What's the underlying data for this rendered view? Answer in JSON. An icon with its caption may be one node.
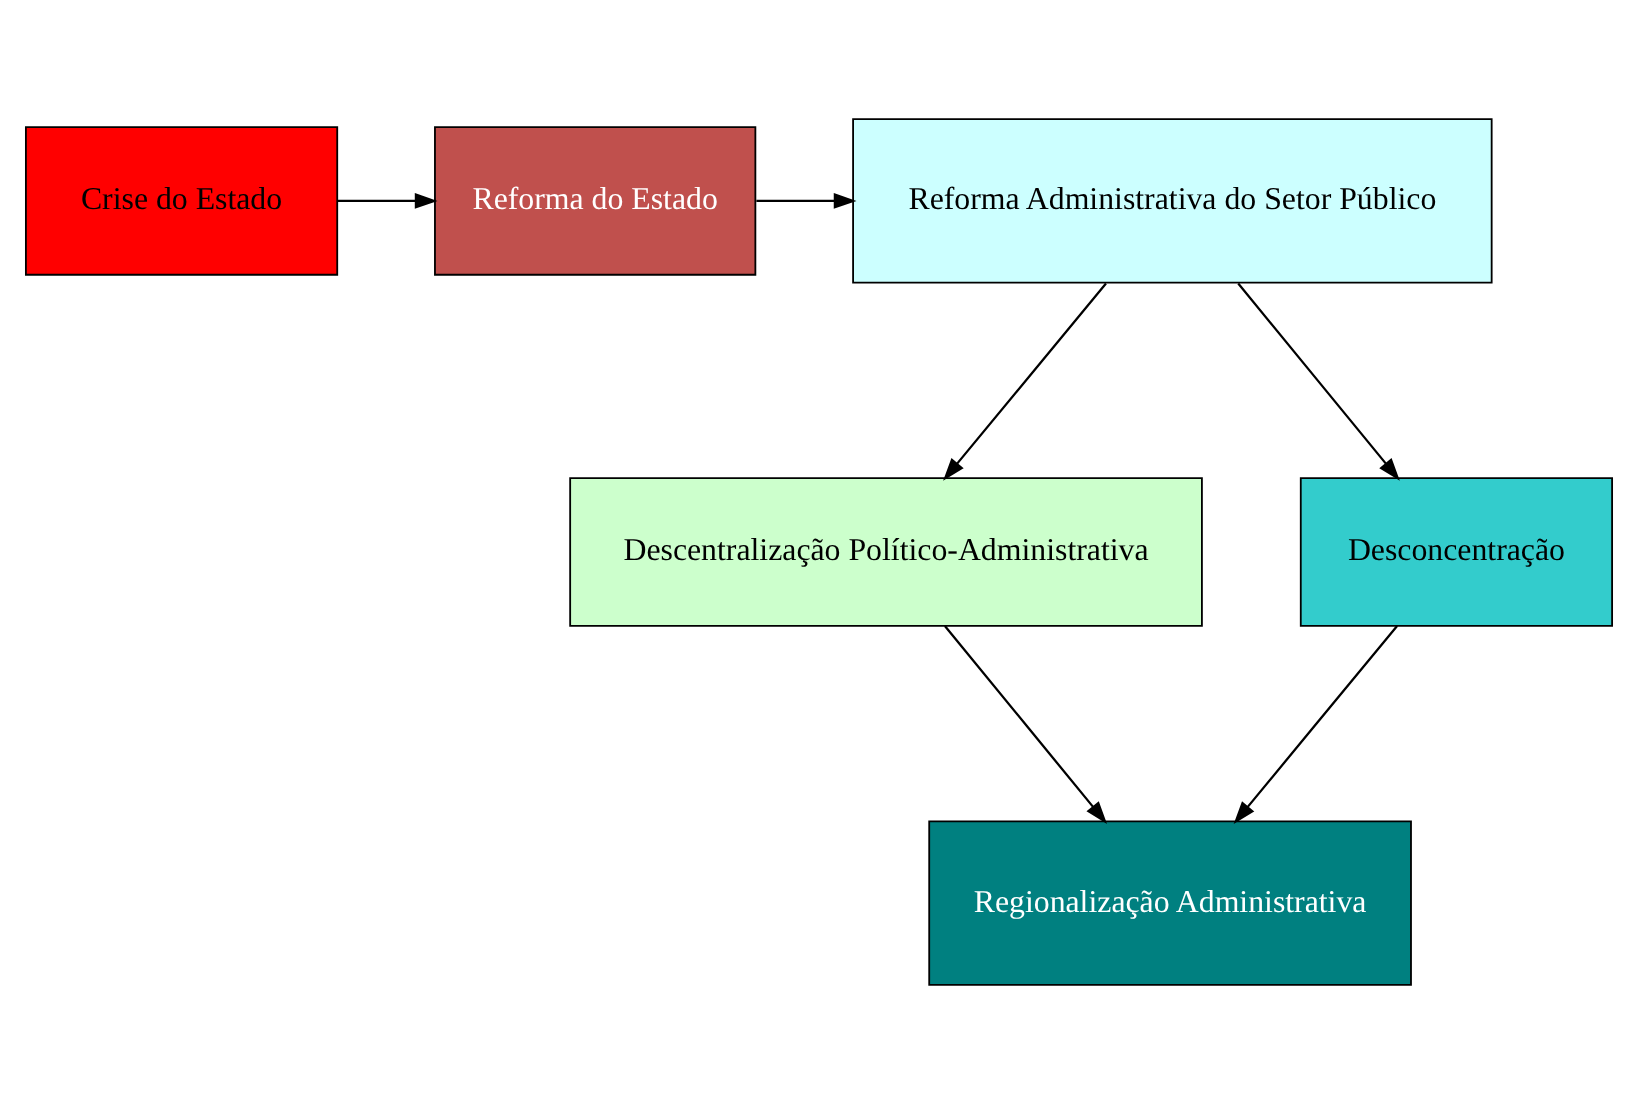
{
  "diagram": {
    "nodes": [
      {
        "text": [
          "Crise do Estado"
        ]
      },
      {
        "text": [
          "Reforma do Estado"
        ]
      },
      {
        "text": [
          "Reforma Administrativa do Setor Público"
        ]
      },
      {
        "text": [
          "Descentralização Político-Administrativa"
        ]
      },
      {
        "text": [
          "Desconcentração"
        ]
      },
      {
        "text": [
          "Regionalização Administrativa"
        ]
      }
    ],
    "edges": [
      {
        "from": 0,
        "to": 1,
        "arrow": "to"
      },
      {
        "from": 1,
        "to": 2,
        "arrow": "to"
      },
      {
        "from": 2,
        "to": 3,
        "arrow": "to"
      },
      {
        "from": 2,
        "to": 4,
        "arrow": "to"
      },
      {
        "from": 3,
        "to": 5,
        "arrow": "to"
      },
      {
        "from": 4,
        "to": 5,
        "arrow": "to"
      }
    ]
  }
}
